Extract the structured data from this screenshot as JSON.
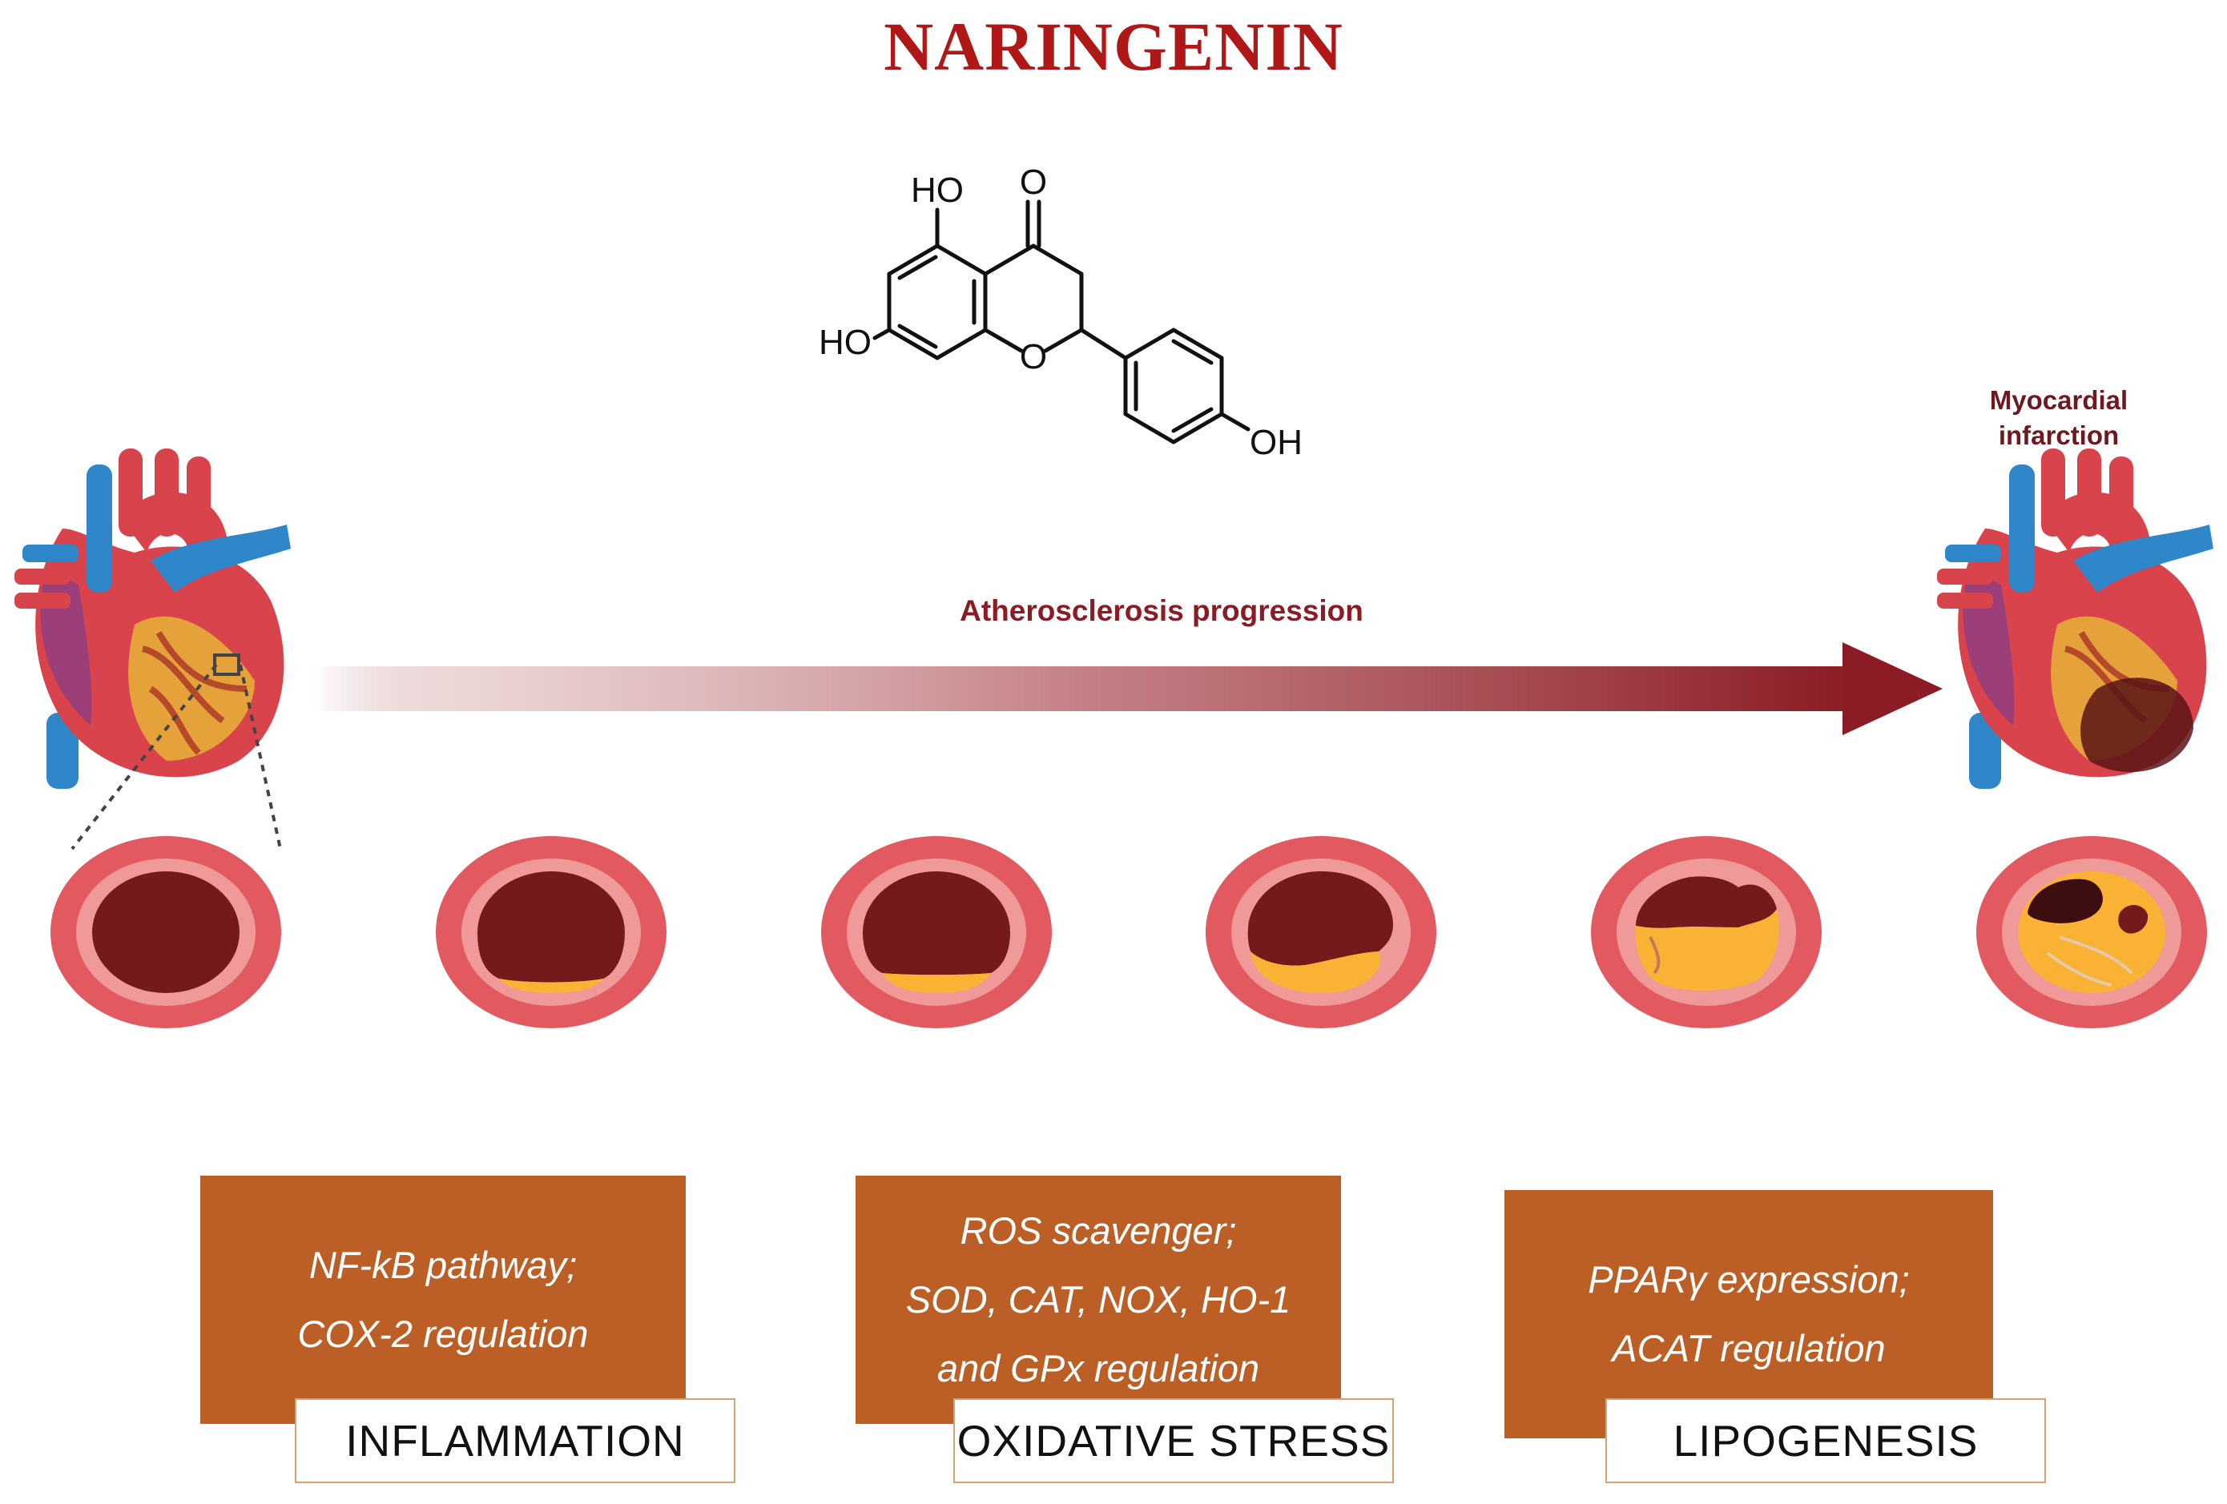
{
  "title": "NARINGENIN",
  "molecule": {
    "atoms": {
      "ho_top": "HO",
      "carbonyl_o": "O",
      "ho_left": "HO",
      "ring_o": "O",
      "oh_right": "OH"
    }
  },
  "arrow_label": "Atherosclerosis progression",
  "endpoint_label": [
    "Myocardial",
    "infarction"
  ],
  "mechanisms": [
    {
      "lines": [
        "NF-kB pathway;",
        "COX-2 regulation"
      ],
      "category": "INFLAMMATION"
    },
    {
      "lines": [
        "ROS scavenger;",
        "SOD, CAT, NOX, HO-1",
        "and GPx  regulation"
      ],
      "category": "OXIDATIVE STRESS"
    },
    {
      "lines": [
        "PPARγ expression;",
        "ACAT regulation"
      ],
      "category": "LIPOGENESIS"
    }
  ],
  "colors": {
    "title": "#b01818",
    "arrow_dark": "#8b1c25",
    "box_fill": "#bc5f26",
    "box_text": "#ffffff",
    "label_border": "#d9a070",
    "vessel_wall": "#e25a60",
    "lumen": "#741a1b",
    "plaque": "#f9b233"
  }
}
